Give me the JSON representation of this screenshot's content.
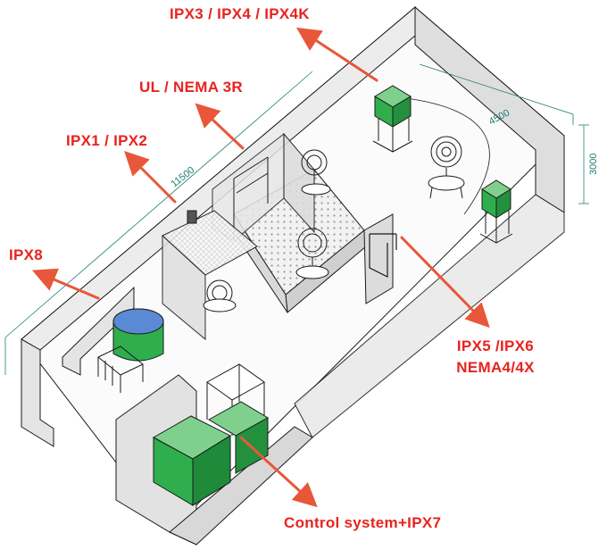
{
  "labels": {
    "ipx3_ipx4_ipx4k": "IPX3 / IPX4 / IPX4K",
    "ul_nema3r": "UL / NEMA 3R",
    "ipx1_ipx2": "IPX1 / IPX2",
    "ipx8": "IPX8",
    "ipx5_ipx6": "IPX5 /IPX6",
    "nema4_4x": "NEMA4/4X",
    "control_system_ipx7": "Control system+IPX7"
  },
  "dimensions": {
    "length": "11500",
    "width": "4500",
    "height": "3000"
  },
  "colors": {
    "label_red": "#e8231f",
    "arrow_red": "#e8573a",
    "cabinet_green": "#2fae4e",
    "dimension_teal": "#1f7f72",
    "wall_grey": "#e6e6e6",
    "outline": "#1a1a1a"
  }
}
